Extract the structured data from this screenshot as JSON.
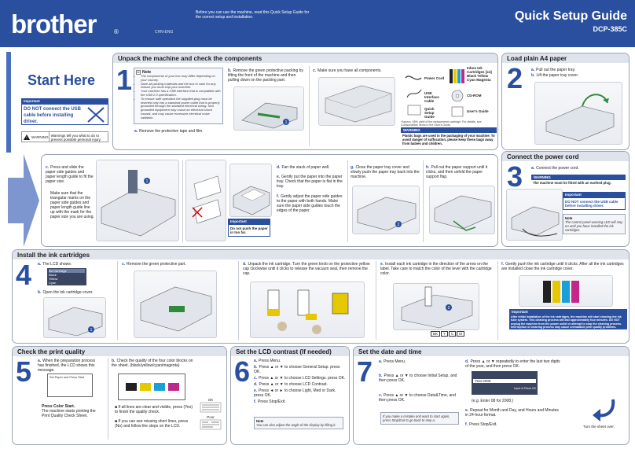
{
  "header": {
    "brand": "brother",
    "brand_mark": "®",
    "model_code": "CHN-ENG",
    "intro": "Before you can use the machine, read this Quick Setup Guide for the correct setup and installation.",
    "title": "Quick Setup Guide",
    "model": "DCP-385C"
  },
  "start": {
    "title": "Start Here",
    "important_label": "Important",
    "important_text": "DO NOT connect the USB cable before installing driver.",
    "warning_label": "WARNING",
    "warning_text": "Warnings tell you what to do to prevent possible personal injury."
  },
  "section1": {
    "title": "Unpack the machine and check the components",
    "number": "1",
    "note_label": "Note",
    "notes": [
      "The components of your box may differ depending on your country.",
      "Save all packing materials and the box in case for any reason you must ship your machine.",
      "Your machine has a USB interface that is compatible with the USB 2.0 specification.",
      "To ensure safe operation the supplied plug must be inserted only into a standard power outlet that is properly grounded through the standard electrical wiring. Non grounded equipment may cause an electrical shock hazard, and may cause excessive electrical noise radiation."
    ],
    "step_a": "Remove the protective tape and film.",
    "step_b": "Remove the green protective packing by lifting the front of the machine and then pulling down on the packing part.",
    "step_c": "Make sure you have all components.",
    "components": [
      "Power Cord",
      "Inbox Ink Cartridges [x4] Black Yellow Cyan Magenta",
      "USB Interface Cable",
      "CD-ROM",
      "Quick Setup Guide",
      "User's Guide"
    ],
    "footnote": "*Approx. 65% yield of the replacement cartridge. For details, see Consumables items in the User's Guide.",
    "warning_label": "WARNING",
    "warning_text": "Plastic bags are used in the packaging of your machine. To avoid danger of suffocation, please keep these bags away from babies and children."
  },
  "section2": {
    "title": "Load plain A4 paper",
    "number": "2",
    "step_a": "Pull out the paper tray.",
    "step_b": "Lift the paper tray cover."
  },
  "paper_steps": {
    "step_c": "Press and slide the paper side guides and paper length guide to fit the paper size.",
    "step_c2": "Make sure that the triangular marks on the paper side guides and paper length guide line up with the mark for the paper size you are using.",
    "step_d": "Fan the stack of paper well.",
    "step_e": "Gently put the paper into the paper tray. Check that the paper is flat in the tray.",
    "step_f": "Gently adjust the paper side guides to the paper with both hands. Make sure the paper side guides touch the edges of the paper.",
    "important_label": "Important",
    "important_text": "Do not push the paper in too far.",
    "step_g": "Close the paper tray cover and slowly push the paper tray back into the machine.",
    "step_h": "Pull out the paper support until it clicks, and then unfold the paper support flap."
  },
  "section3": {
    "title": "Connect the power cord",
    "number": "3",
    "step_a": "Connect the power cord.",
    "warning_label": "WARNING",
    "warning_text": "The machine must be fitted with an earthed plug.",
    "important_label": "Important",
    "important_text": "DO NOT connect the USB cable before installing driver.",
    "note_label": "Note",
    "note_text": "The control panel warning LED will stay on until you have installed the ink cartridges."
  },
  "section4": {
    "title": "Install the ink cartridges",
    "number": "4",
    "step_a": "The LCD shows:",
    "lcd_lines": [
      "No Cartridge",
      "Black",
      "Yellow",
      "Cyan"
    ],
    "step_b": "Open the ink cartridge cover.",
    "step_c": "Remove the green protective part.",
    "step_d": "Unpack the ink cartridge. Turn the green knob on the protective yellow cap clockwise until it clicks to release the vacuum seal, then remove the cap.",
    "step_e": "Install each ink cartridge in the direction of the arrow on the label. Take care to match the color of the lever with the cartridge color.",
    "cartridge_labels": [
      "BK",
      "Y",
      "C",
      "M"
    ],
    "step_f": "Gently push the ink cartridge until it clicks. After all the ink cartridges are installed close the ink cartridge cover.",
    "important_label": "Important",
    "important_text": "After initial installation of the ink cartridges, the machine will start cleaning the ink tube system. This cleaning process will last approximately four minutes. DO NOT unplug the machine from the power outlet or attempt to stop the cleaning process. Interruption of cleaning process may cause unreadable print quality problems."
  },
  "section5": {
    "title": "Check the print quality",
    "number": "5",
    "step_a": "When the preparation process has finished, the LCD shows this message.",
    "lcd_text": "Set Paper and Press Start",
    "step_a2_title": "Press Color Start.",
    "step_a2": "The machine starts printing the Print Quality Check Sheet.",
    "step_b": "Check the quality of the four color blocks on the sheet. (black/yellow/cyan/magenta)",
    "bullet1": "If all lines are clear and visible, press (Yes) to finish the quality check.",
    "bullet2": "If you can see missing short lines, press (No) and follow the steps on the LCD.",
    "ok_label": "OK",
    "poor_label": "Poor"
  },
  "section6": {
    "title": "Set the LCD contrast (If needed)",
    "number": "6",
    "steps": [
      {
        "l": "a.",
        "t": "Press Menu."
      },
      {
        "l": "b.",
        "t": "Press ▲ or ▼ to choose General Setup. press OK."
      },
      {
        "l": "c.",
        "t": "Press ▲ or ▼ to choose LCD Settings. press OK."
      },
      {
        "l": "d.",
        "t": "Press ▲ or ▼ to choose LCD Contrast."
      },
      {
        "l": "e.",
        "t": "Press ◄ or ► to choose Light, Med or Dark. press OK."
      },
      {
        "l": "f.",
        "t": "Press Stop/Exit."
      }
    ],
    "note_label": "Note",
    "note_text": "You can also adjust the angle of the display by lifting it."
  },
  "section7": {
    "title": "Set the date and time",
    "number": "7",
    "step_a": "Press Menu.",
    "step_b": "Press ▲ or ▼ to choose Initial Setup, and then press OK.",
    "step_c": "Press ▲ or ▼ to choose Date&Time, and then press OK.",
    "note_text": "If you make a mistake and want to start again, press Stop/Exit to go back to step a.",
    "step_d": "Press ▲ or ▼ repeatedly to enter the last two digits of the year, and then press OK.",
    "lcd_year": "Year:2008",
    "lcd_hint": "Input & Press OK",
    "example": "(e.g. Enter 08 for 2008.)",
    "step_e": "Repeat for Month and Day, and Hours and Minutes in 24-hour format.",
    "step_f": "Press Stop/Exit."
  },
  "footer": {
    "turn": "Turn the sheet over."
  }
}
